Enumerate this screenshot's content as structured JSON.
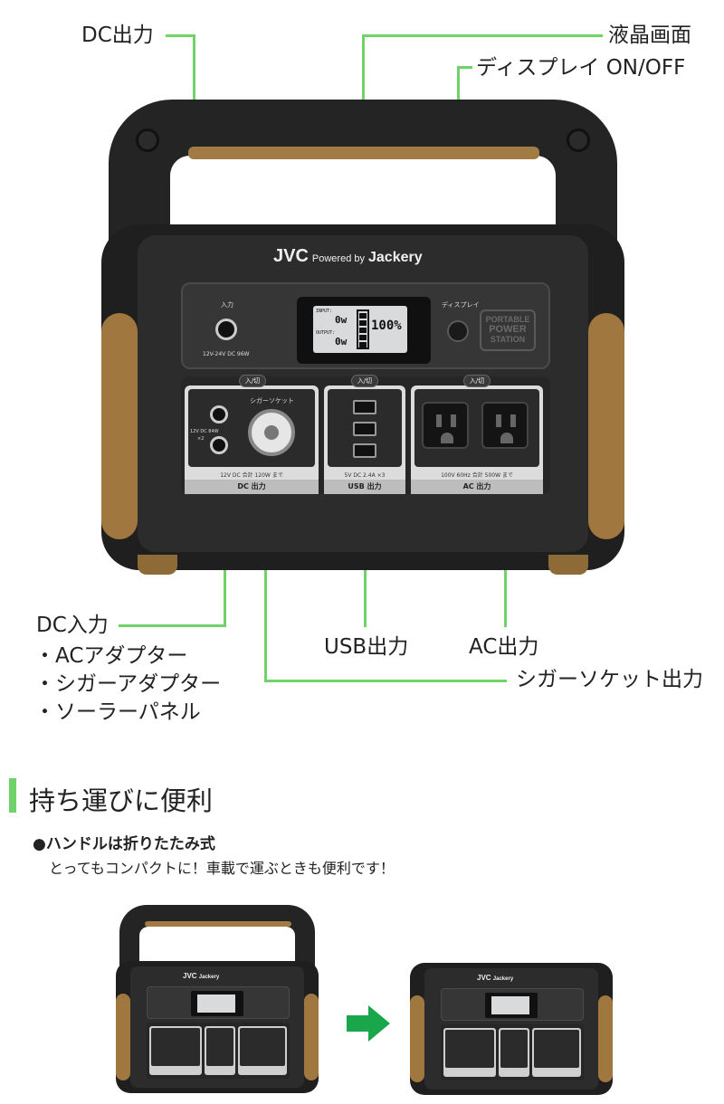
{
  "callouts": {
    "dc_output": "DC出力",
    "lcd_screen": "液晶画面",
    "display_toggle": "ディスプレイ ON/OFF",
    "dc_input": "DC入力",
    "usb_output": "USB出力",
    "ac_output": "AC出力",
    "cigar_socket_output": "シガーソケット出力"
  },
  "dc_input_sources": [
    "・ACアダプター",
    "・シガーアダプター",
    "・ソーラーパネル"
  ],
  "device": {
    "brand": "JVC",
    "powered_by": "Powered by",
    "partner": "Jackery",
    "badge": [
      "PORTABLE",
      "POWER",
      "STATION"
    ],
    "input_label": "入力",
    "input_spec": "12V-24V DC 96W",
    "display_label": "ディスプレイ",
    "lcd": {
      "input_label": "INPUT:",
      "input_value": "0w",
      "output_label": "OUTPUT:",
      "output_value": "0w",
      "battery_percent": "100%"
    },
    "power_button_label": "入/切",
    "cigar_label": "シガーソケット",
    "dc_side_spec": [
      "12V DC 84W",
      "×2"
    ],
    "bays": {
      "dc": {
        "title": "DC 出力",
        "spec": "12V DC 合計 120W まで"
      },
      "usb": {
        "title": "USB 出力",
        "spec": "5V DC 2.4A ×3"
      },
      "ac": {
        "title": "AC 出力",
        "spec": "100V 60Hz 合計 500W まで"
      }
    }
  },
  "section": {
    "title": "持ち運びに便利",
    "feature_title": "●ハンドルは折りたたみ式",
    "feature_desc": "とってもコンパクトに！車載で運ぶときも便利です！"
  },
  "colors": {
    "accent_green": "#6fd36a",
    "arrow_green": "#1aa64a",
    "bumper_tan": "#a0773f",
    "body_dark": "#1f1f1f"
  },
  "icons": [
    "jvc-logo",
    "display-button-icon",
    "dc-input-port-icon",
    "cigar-socket-icon",
    "usb-port-icon",
    "ac-outlet-icon",
    "right-arrow-icon"
  ]
}
